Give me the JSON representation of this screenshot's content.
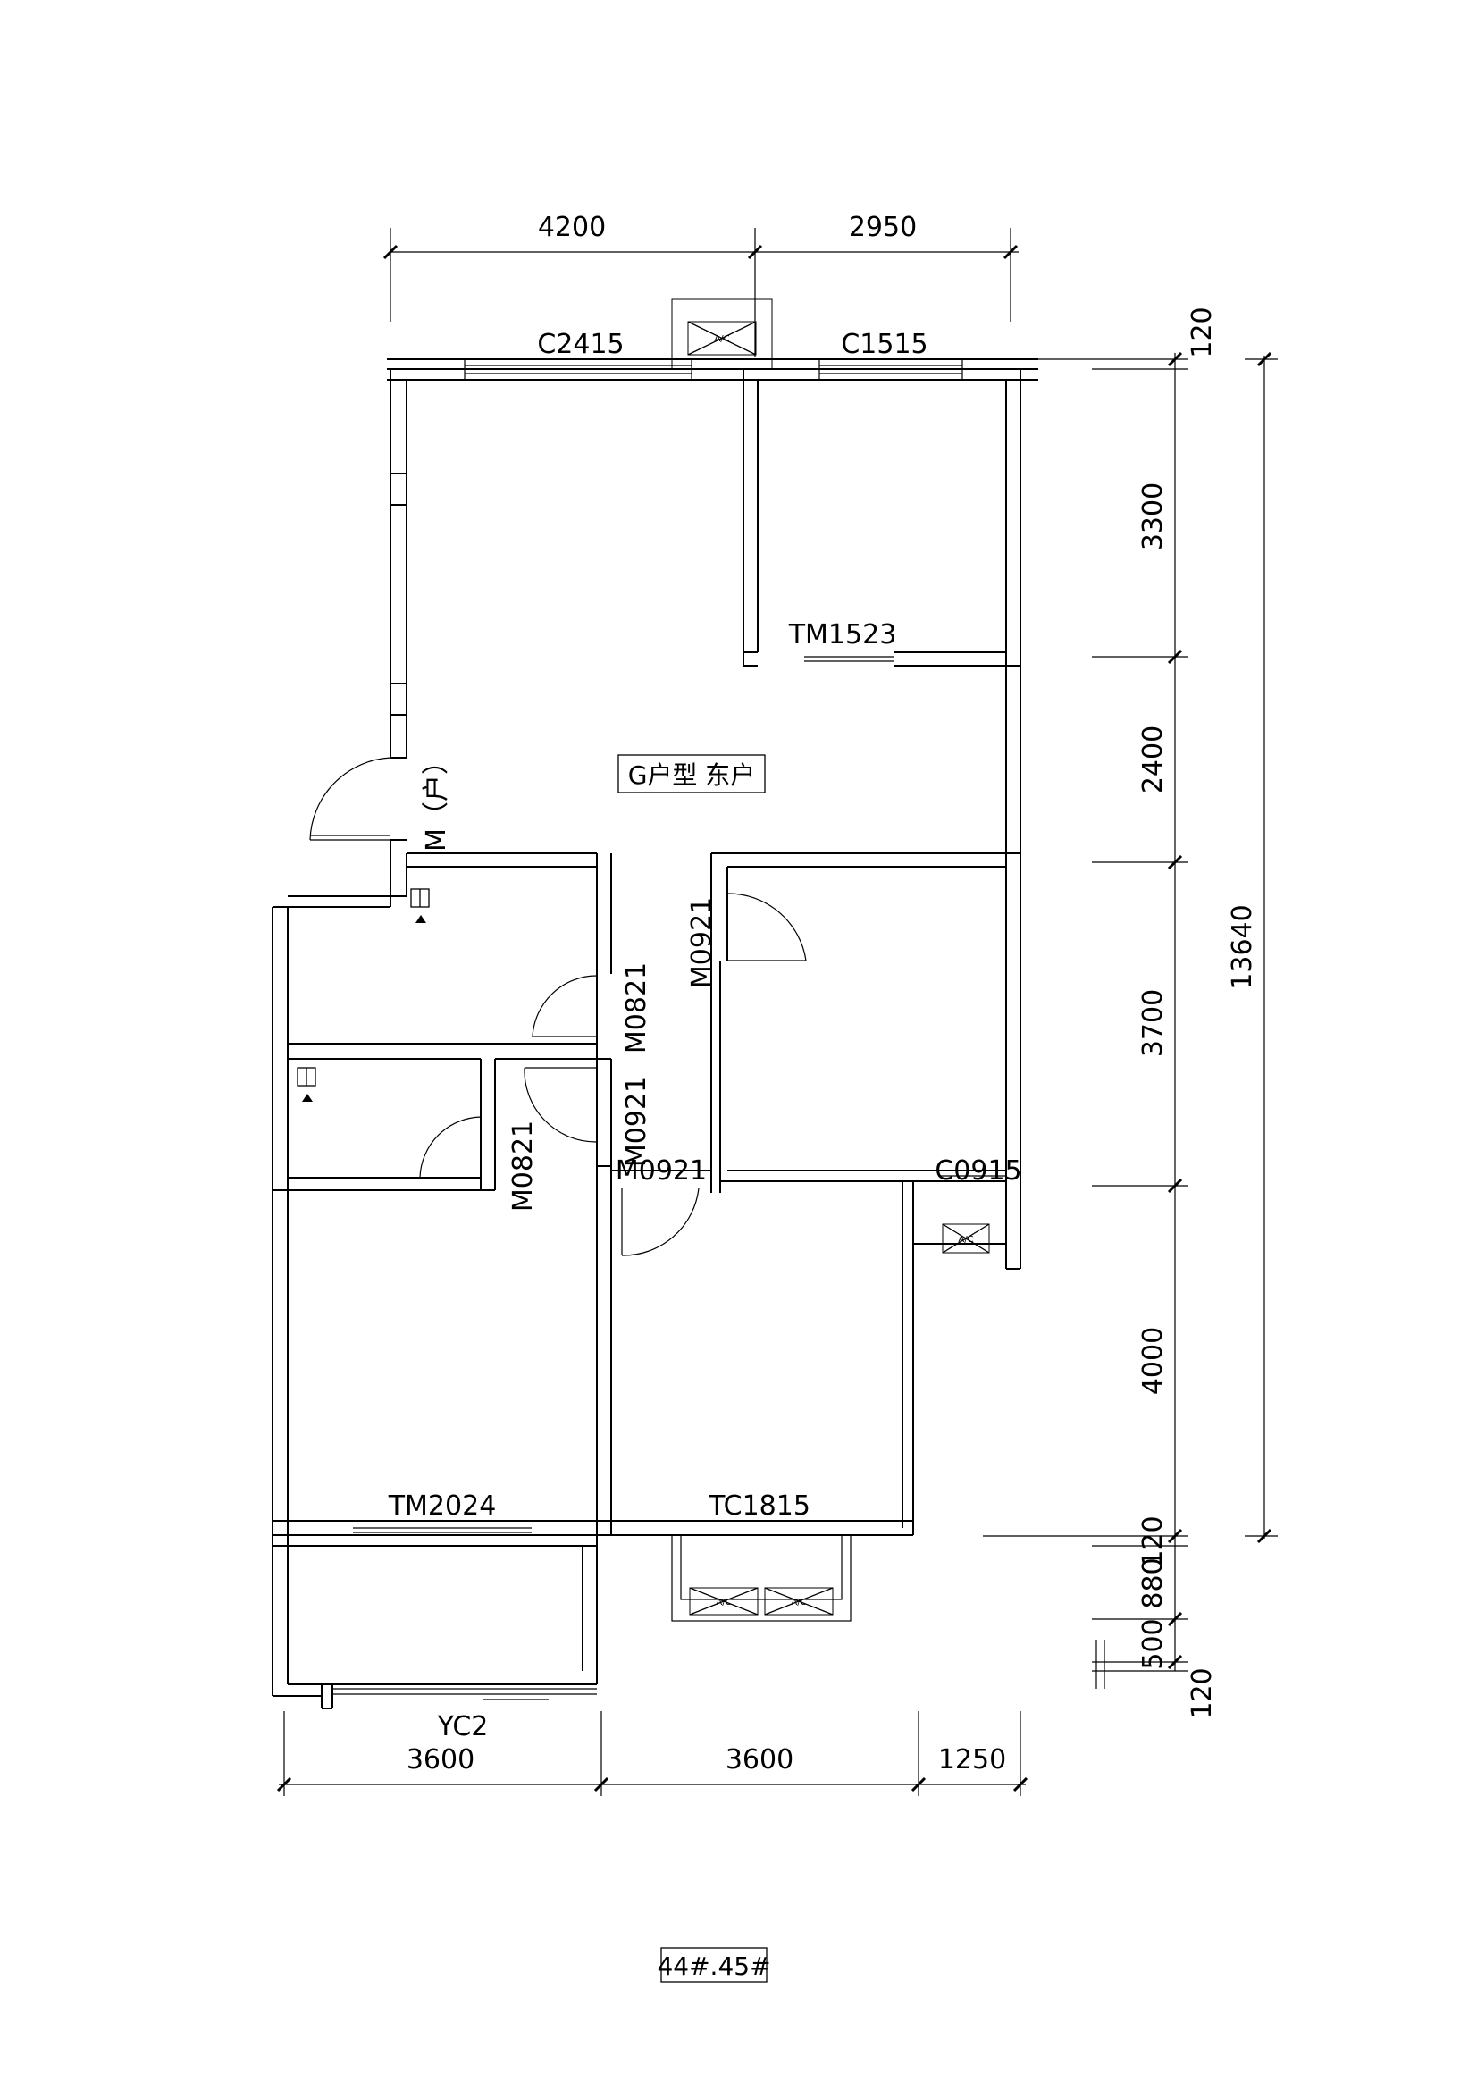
{
  "dimensions": {
    "top": [
      "4200",
      "2950"
    ],
    "bottom": [
      "3600",
      "3600",
      "1250"
    ],
    "right": [
      "120",
      "3300",
      "2400",
      "3700",
      "4000",
      "120",
      "880",
      "500",
      "120"
    ],
    "total": "13640"
  },
  "labels": {
    "window_c2415": "C2415",
    "window_c1515": "C1515",
    "door_tm1523": "TM1523",
    "entry_door": "M（户）",
    "unit_type": "G户型 东户",
    "door_m0921_a": "M0921",
    "door_m0821_a": "M0821",
    "door_m0921_b": "M0921",
    "door_m0821_b": "M0821",
    "door_m0921_c": "M0921",
    "window_c0915": "C0915",
    "door_tm2024": "TM2024",
    "window_tc1815": "TC1815",
    "window_yc2": "YC2",
    "building_no": "44#.45#"
  },
  "ac_label": "A/C"
}
